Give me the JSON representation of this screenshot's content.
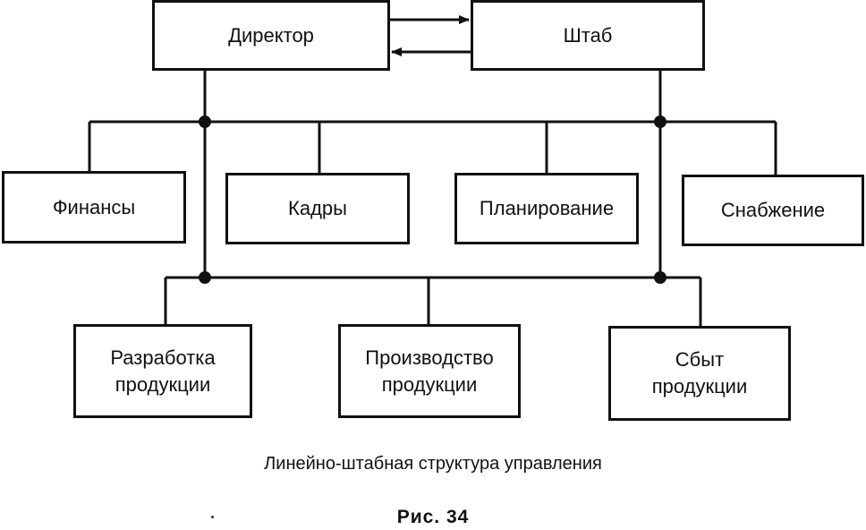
{
  "nodes": {
    "director": "Директор",
    "staff": "Штаб",
    "finance": "Финансы",
    "personnel": "Кадры",
    "planning": "Планирование",
    "supply": "Снабжение",
    "product_development": "Разработка\nпродукции",
    "product_production": "Производство\nпродукции",
    "product_sales": "Сбыт\nпродукции"
  },
  "caption": "Линейно-штабная структура управления",
  "figure_label": "Рис. 34",
  "colors": {
    "line": "#111111",
    "background": "#ffffff"
  }
}
